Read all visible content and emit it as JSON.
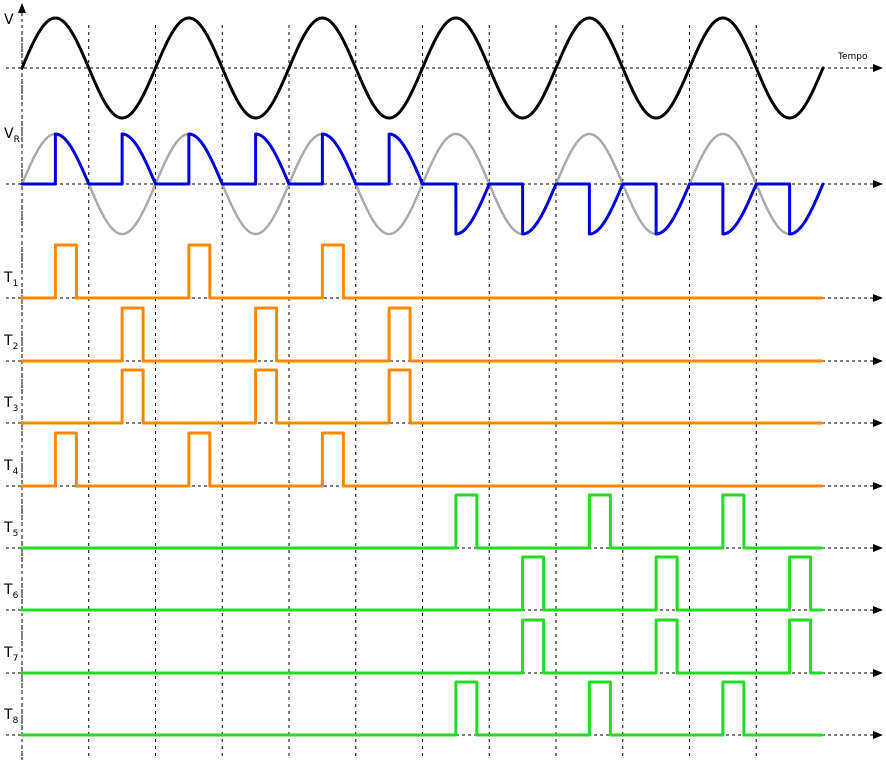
{
  "time_axis_label": "Tempo",
  "rows": [
    {
      "base": "V",
      "sub": "",
      "kind": "sine",
      "color": "#000000"
    },
    {
      "base": "V",
      "sub": "R",
      "kind": "rectified",
      "color": "#0000dd",
      "ghost_color": "#aaaaaa"
    },
    {
      "base": "T",
      "sub": "1",
      "kind": "pulse",
      "color": "#ff8800",
      "pulse_at_half_cycles": [
        1,
        5,
        9
      ]
    },
    {
      "base": "T",
      "sub": "2",
      "kind": "pulse",
      "color": "#ff8800",
      "pulse_at_half_cycles": [
        3,
        7,
        11
      ]
    },
    {
      "base": "T",
      "sub": "3",
      "kind": "pulse",
      "color": "#ff8800",
      "pulse_at_half_cycles": [
        3,
        7,
        11
      ]
    },
    {
      "base": "T",
      "sub": "4",
      "kind": "pulse",
      "color": "#ff8800",
      "pulse_at_half_cycles": [
        1,
        5,
        9
      ]
    },
    {
      "base": "T",
      "sub": "5",
      "kind": "pulse",
      "color": "#22dd22",
      "pulse_at_half_cycles": [
        13,
        17,
        21
      ]
    },
    {
      "base": "T",
      "sub": "6",
      "kind": "pulse",
      "color": "#22dd22",
      "pulse_at_half_cycles": [
        15,
        19,
        23
      ]
    },
    {
      "base": "T",
      "sub": "7",
      "kind": "pulse",
      "color": "#22dd22",
      "pulse_at_half_cycles": [
        15,
        19,
        23
      ]
    },
    {
      "base": "T",
      "sub": "8",
      "kind": "pulse",
      "color": "#22dd22",
      "pulse_at_half_cycles": [
        13,
        17,
        21
      ]
    }
  ]
}
